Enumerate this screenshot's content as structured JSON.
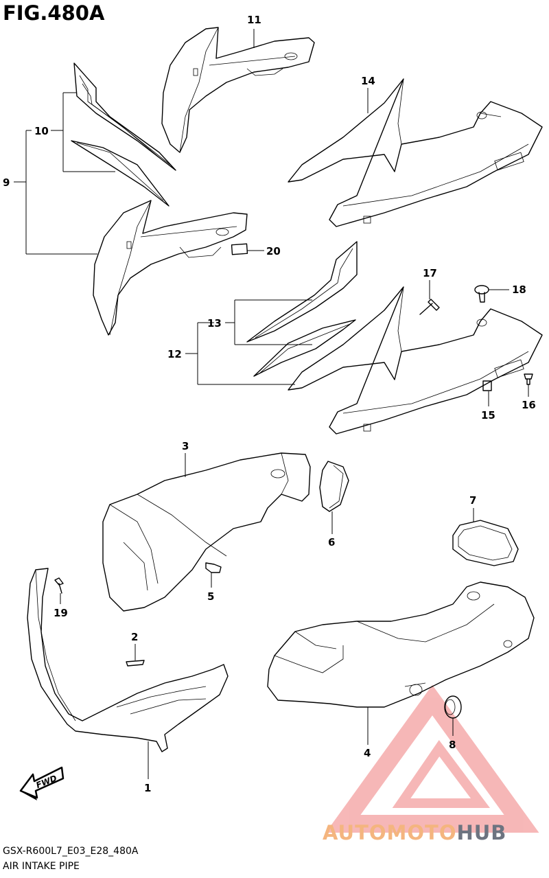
{
  "figure": {
    "title": "FIG.480A",
    "code": "GSX-R600L7_E03_E28_480A",
    "name": "AIR INTAKE PIPE"
  },
  "watermark": {
    "text_part1": "AUTOMOTO",
    "text_part2": "HUB",
    "color_primary": "#f4a0a0",
    "color_text1": "#f4b57f",
    "color_text2": "#6d7480"
  },
  "callouts": [
    {
      "label": "1"
    },
    {
      "label": "2"
    },
    {
      "label": "3"
    },
    {
      "label": "4"
    },
    {
      "label": "5"
    },
    {
      "label": "6"
    },
    {
      "label": "7"
    },
    {
      "label": "8"
    },
    {
      "label": "9"
    },
    {
      "label": "10"
    },
    {
      "label": "11"
    },
    {
      "label": "12"
    },
    {
      "label": "13"
    },
    {
      "label": "14"
    },
    {
      "label": "15"
    },
    {
      "label": "16"
    },
    {
      "label": "17"
    },
    {
      "label": "18"
    },
    {
      "label": "19"
    },
    {
      "label": "20"
    }
  ],
  "fwd_label": "FWD"
}
